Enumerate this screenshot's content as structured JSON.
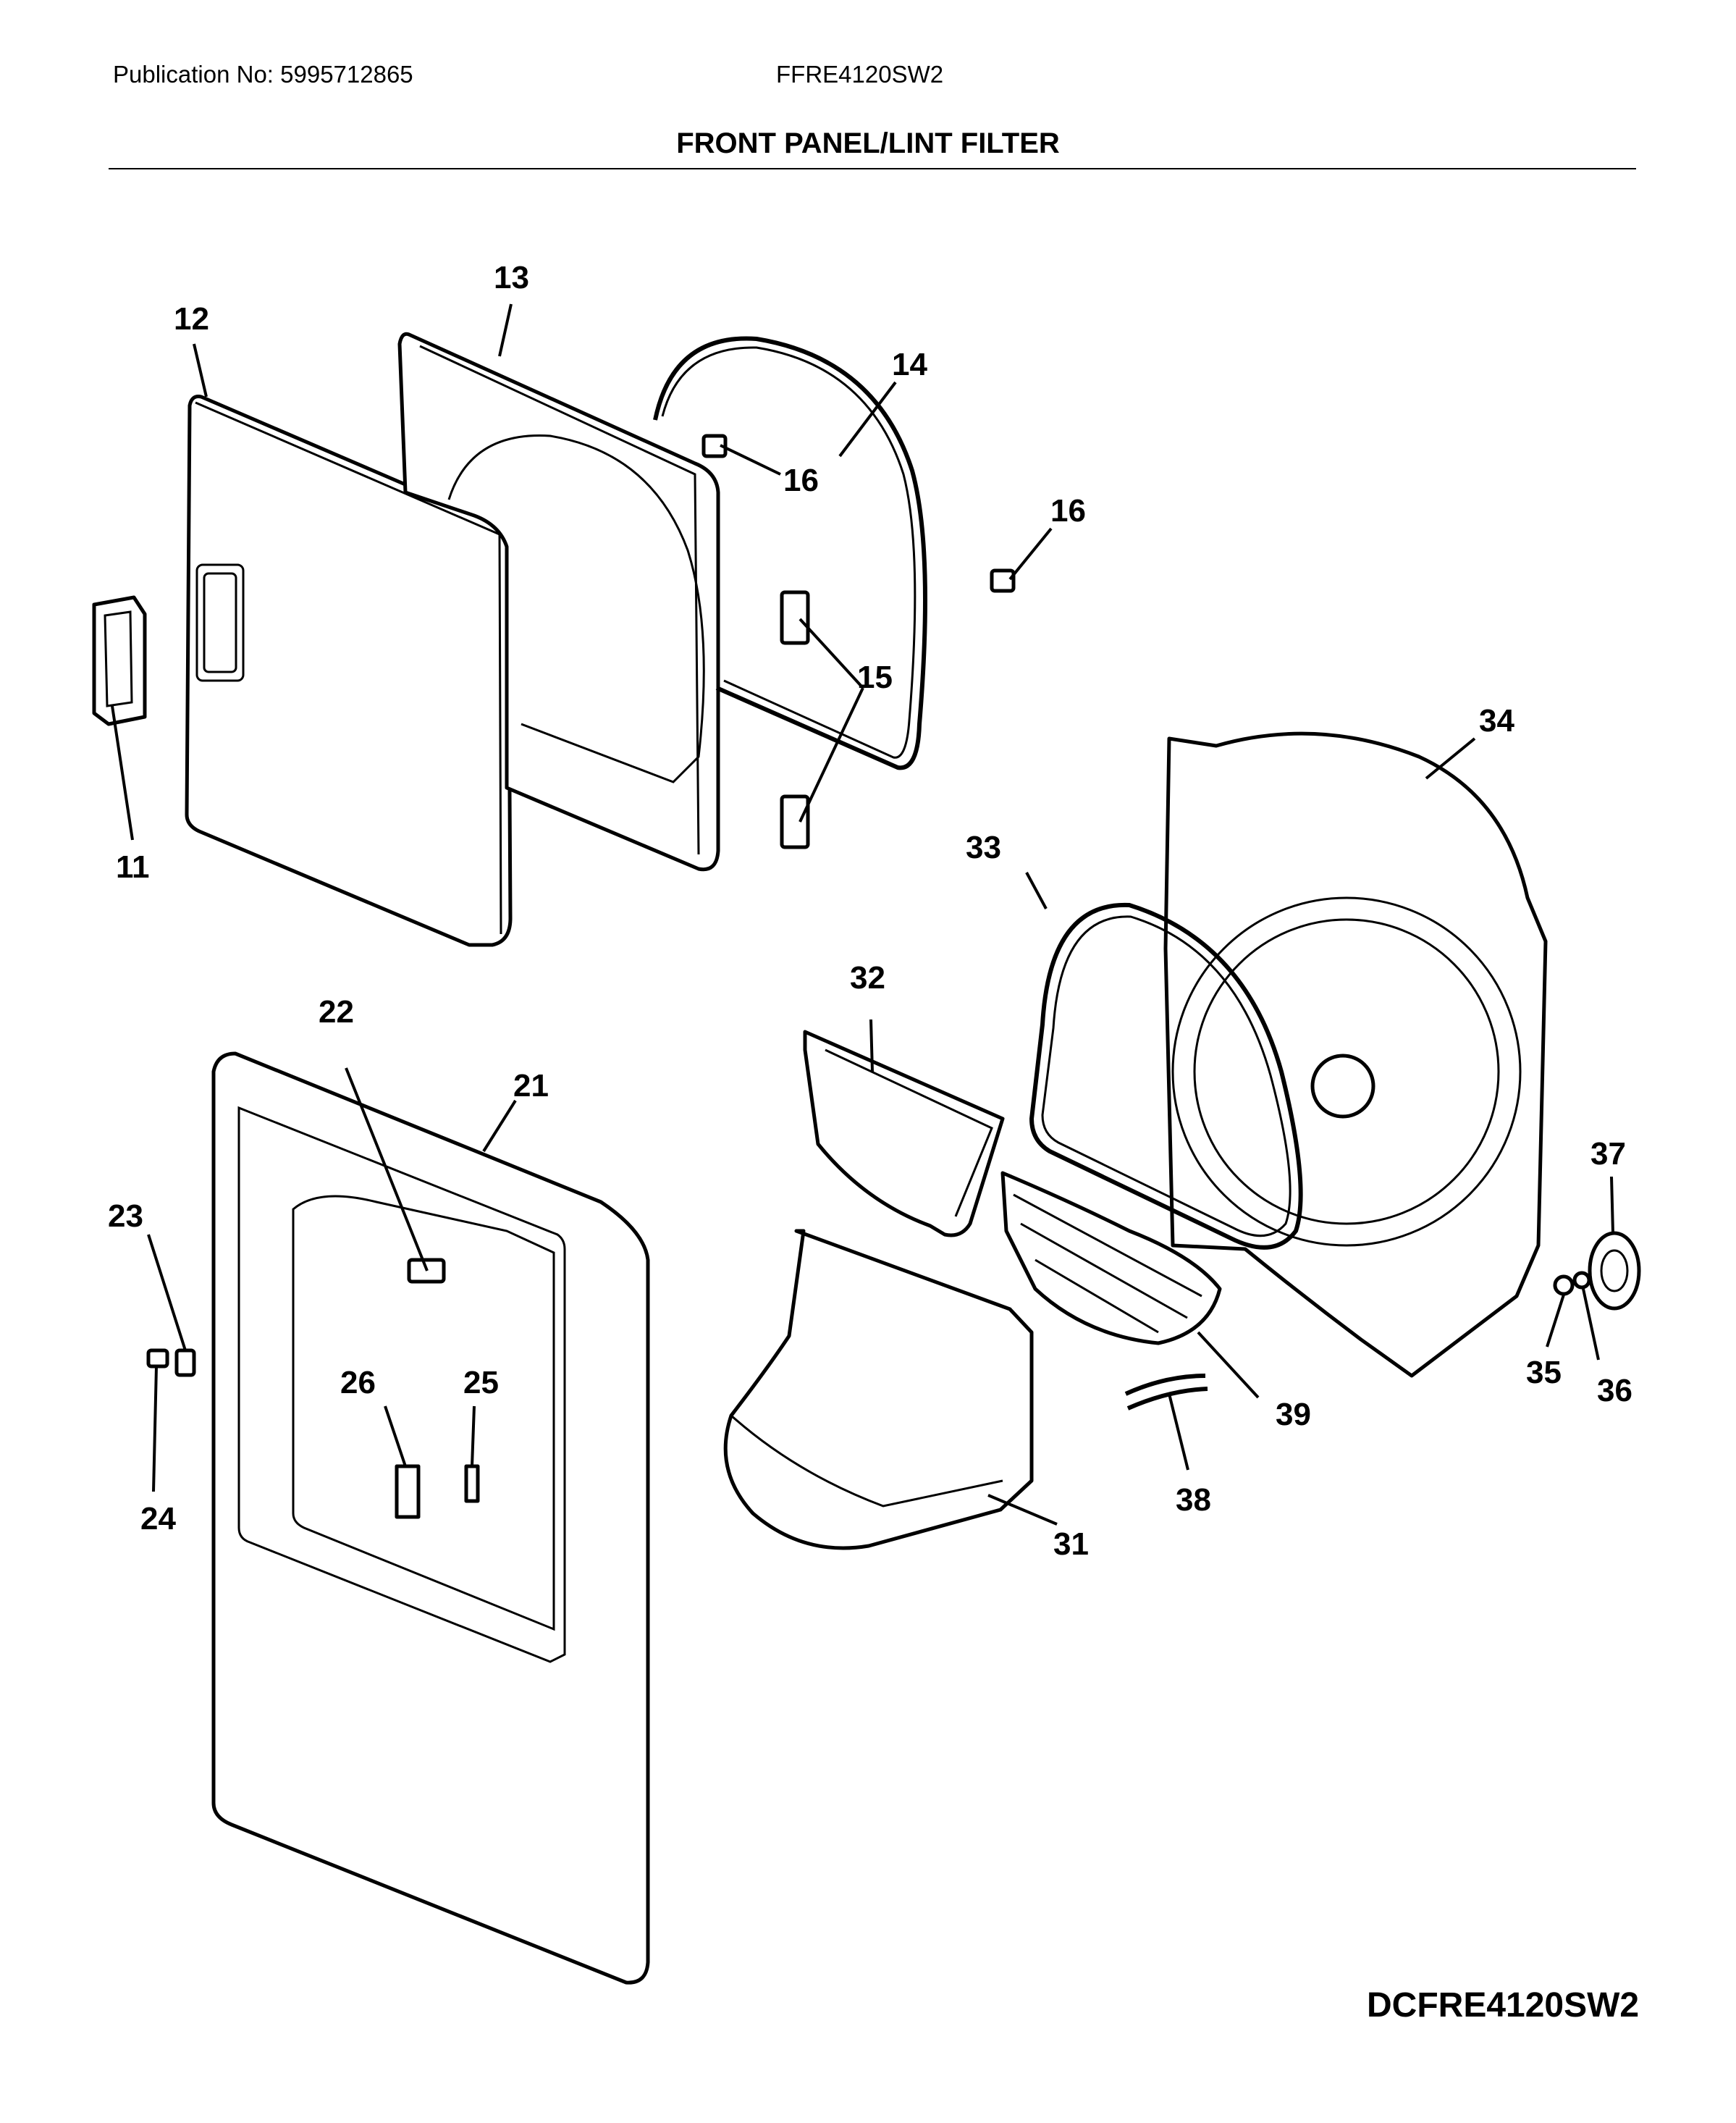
{
  "header": {
    "publication": "Publication No: 5995712865",
    "model": "FFRE4120SW2",
    "title": "FRONT PANEL/LINT FILTER"
  },
  "footer": {
    "code": "DCFRE4120SW2"
  },
  "callouts": [
    "11",
    "12",
    "13",
    "14",
    "15",
    "16",
    "16",
    "21",
    "22",
    "23",
    "24",
    "25",
    "26",
    "31",
    "32",
    "33",
    "34",
    "35",
    "36",
    "37",
    "38",
    "39"
  ]
}
